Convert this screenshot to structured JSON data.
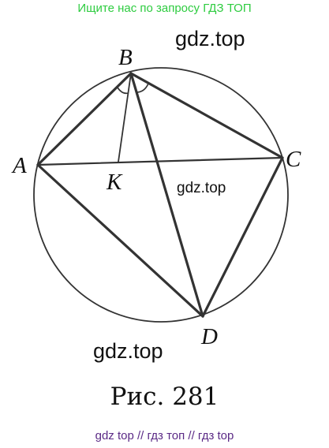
{
  "banner": {
    "text": "Ищите нас по запросу ГДЗ ТОП"
  },
  "watermarks": [
    "gdz.top",
    "gdz.top",
    "gdz.top"
  ],
  "points": {
    "A": "A",
    "B": "B",
    "C": "C",
    "D": "D",
    "K": "K"
  },
  "caption": "Рис. 281",
  "footer": "gdz top  //  гдз топ  //  гдз top",
  "colors": {
    "banner": "#2ecc40",
    "footer": "#5b2a86",
    "lines": "#333333"
  }
}
